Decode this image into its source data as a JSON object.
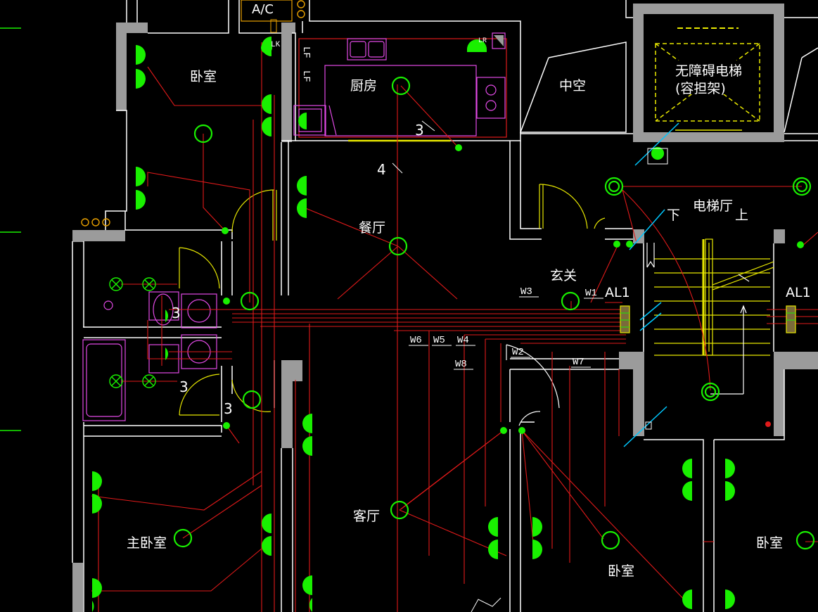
{
  "colors": {
    "background": "#000000",
    "wall": "#9b9b9b",
    "wall_line": "#ffffff",
    "wiring": "#e01a1a",
    "device": "#19f000",
    "fixture": "#e24ae6",
    "elevator": "#e8e800",
    "accent": "#00c8ff"
  },
  "rooms": {
    "bedroom_top": "卧室",
    "kitchen": "厨房",
    "void": "中空",
    "elevator_line1": "无障碍电梯",
    "elevator_line2": "(容担架)",
    "elevator_hall": "电梯厅",
    "stair_down": "下",
    "stair_up": "上",
    "dining": "餐厅",
    "foyer": "玄关",
    "living": "客厅",
    "master_bedroom": "主卧室",
    "bedroom_bottom": "卧室",
    "bedroom_right": "卧室",
    "ac": "A/C"
  },
  "panels": {
    "left": "AL1",
    "right": "AL1"
  },
  "circuits": {
    "w1": "W1",
    "w2": "W2",
    "w3": "W3",
    "w4": "W4",
    "w5": "W5",
    "w6": "W6",
    "w7": "W7",
    "w8": "W8"
  },
  "counts": {
    "kitchen_lights": "3",
    "dining_lights": "4",
    "bath_upper": "3",
    "bath_lower": "3",
    "bath_door": "3"
  },
  "fixture_labels": {
    "lf1": "LF",
    "lf2": "LF",
    "lk": "LK",
    "lr": "LR"
  }
}
